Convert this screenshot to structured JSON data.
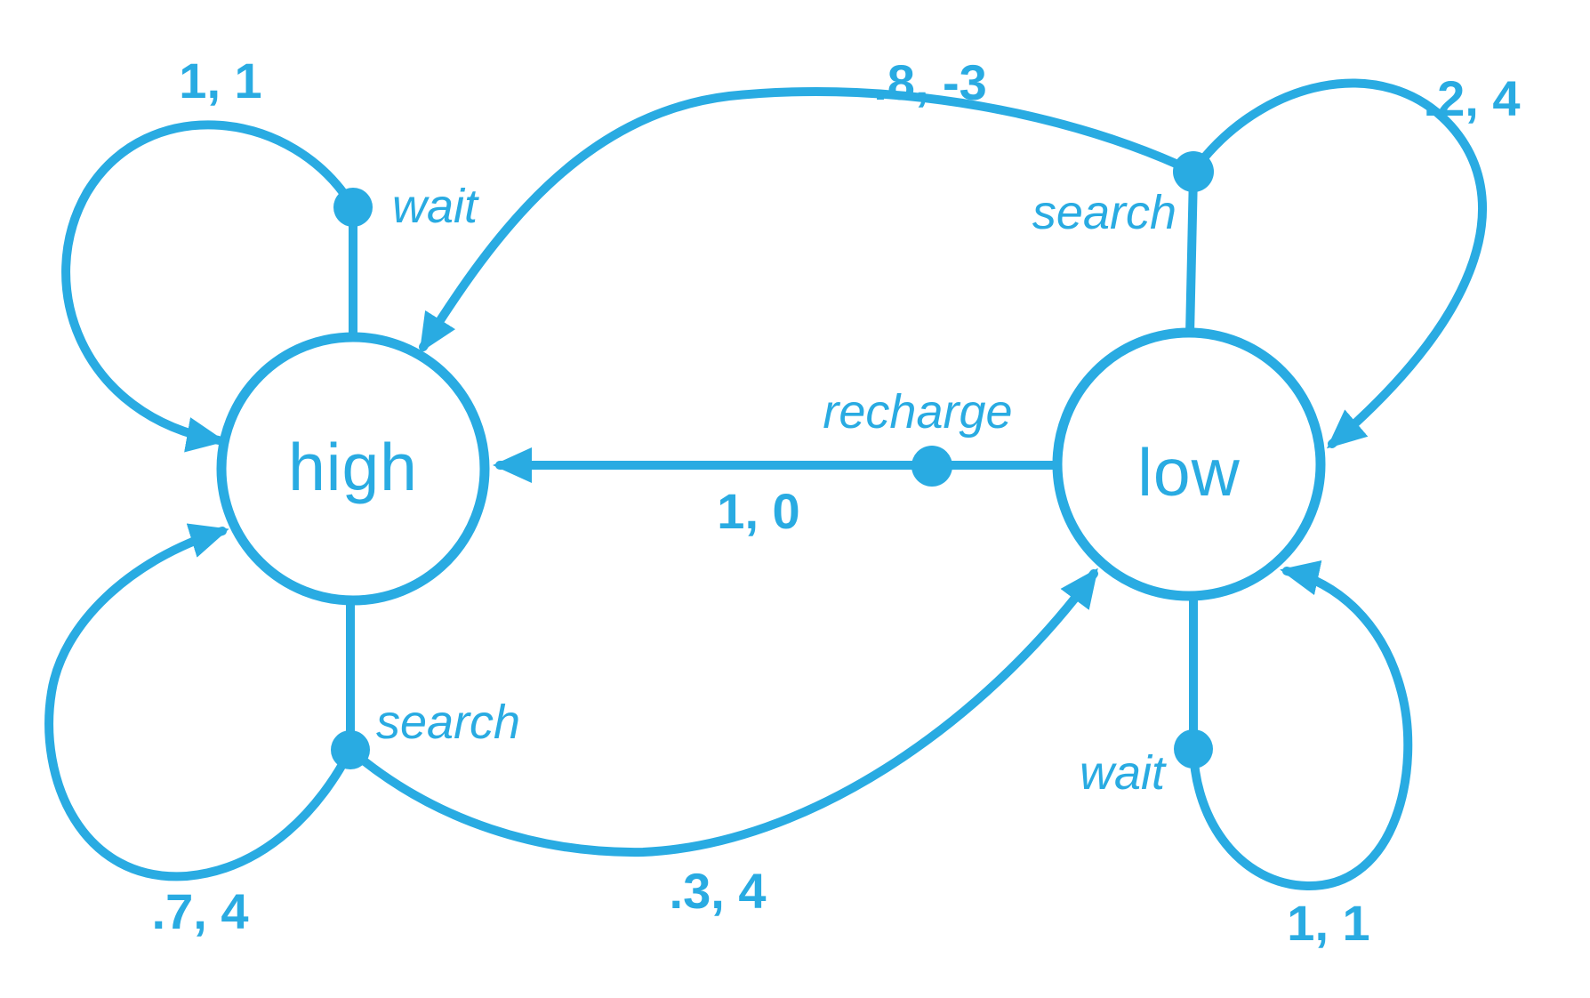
{
  "diagram": {
    "type": "mdp-state-transition-graph",
    "accent_color": "#29ABE2",
    "background_color": "#FFFFFF",
    "states": {
      "high": {
        "label": "high"
      },
      "low": {
        "label": "low"
      }
    },
    "action_labels": {
      "wait_high": "wait",
      "search_high": "search",
      "wait_low": "wait",
      "search_low": "search",
      "recharge": "recharge"
    },
    "transition_labels": {
      "wait_high_loop": "1, 1",
      "search_high_loop": ".7, 4",
      "search_high_to_low": ".3, 4",
      "search_low_to_high": ".8, -3",
      "search_low_loop": ".2, 4",
      "wait_low_loop": "1, 1",
      "recharge_to_high": "1, 0"
    },
    "transitions": [
      {
        "from": "high",
        "action": "wait",
        "to": "high",
        "probability": 1,
        "reward": 1
      },
      {
        "from": "high",
        "action": "search",
        "to": "high",
        "probability": 0.7,
        "reward": 4
      },
      {
        "from": "high",
        "action": "search",
        "to": "low",
        "probability": 0.3,
        "reward": 4
      },
      {
        "from": "low",
        "action": "search",
        "to": "high",
        "probability": 0.8,
        "reward": -3
      },
      {
        "from": "low",
        "action": "search",
        "to": "low",
        "probability": 0.2,
        "reward": 4
      },
      {
        "from": "low",
        "action": "wait",
        "to": "low",
        "probability": 1,
        "reward": 1
      },
      {
        "from": "low",
        "action": "recharge",
        "to": "high",
        "probability": 1,
        "reward": 0
      }
    ]
  }
}
